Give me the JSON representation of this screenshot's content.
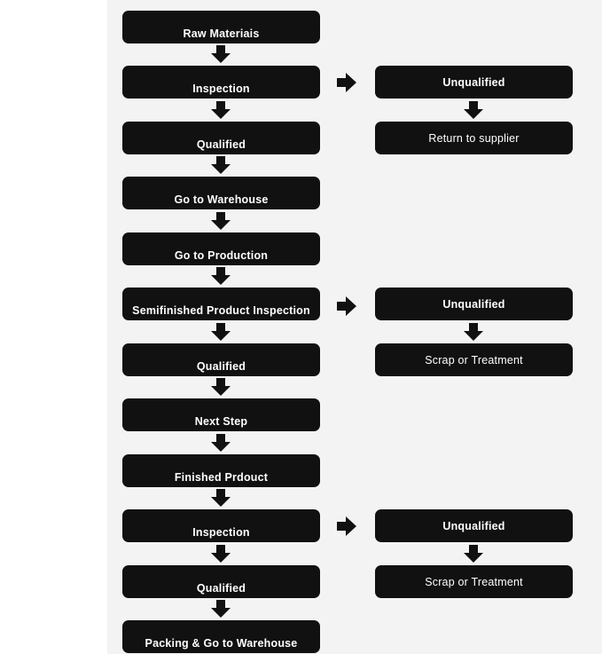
{
  "main_flow": [
    "Raw Materiais",
    "Inspection",
    "Qualified",
    "Go to Warehouse",
    "Go to Production",
    "Semifinished Product Inspection",
    "Qualified",
    "Next Step",
    "Finished Prdouct",
    "Inspection",
    "Qualified",
    "Packing & Go to Warehouse"
  ],
  "branches": [
    {
      "from_step": 2,
      "decision": "Unqualified",
      "outcome": "Return to supplier"
    },
    {
      "from_step": 6,
      "decision": "Unqualified",
      "outcome": "Scrap or Treatment"
    },
    {
      "from_step": 10,
      "decision": "Unqualified",
      "outcome": "Scrap or Treatment"
    }
  ],
  "colors": {
    "box_fill": "#111111",
    "box_text": "#ffffff",
    "background": "#f3f3f3",
    "arrow": "#111111"
  }
}
